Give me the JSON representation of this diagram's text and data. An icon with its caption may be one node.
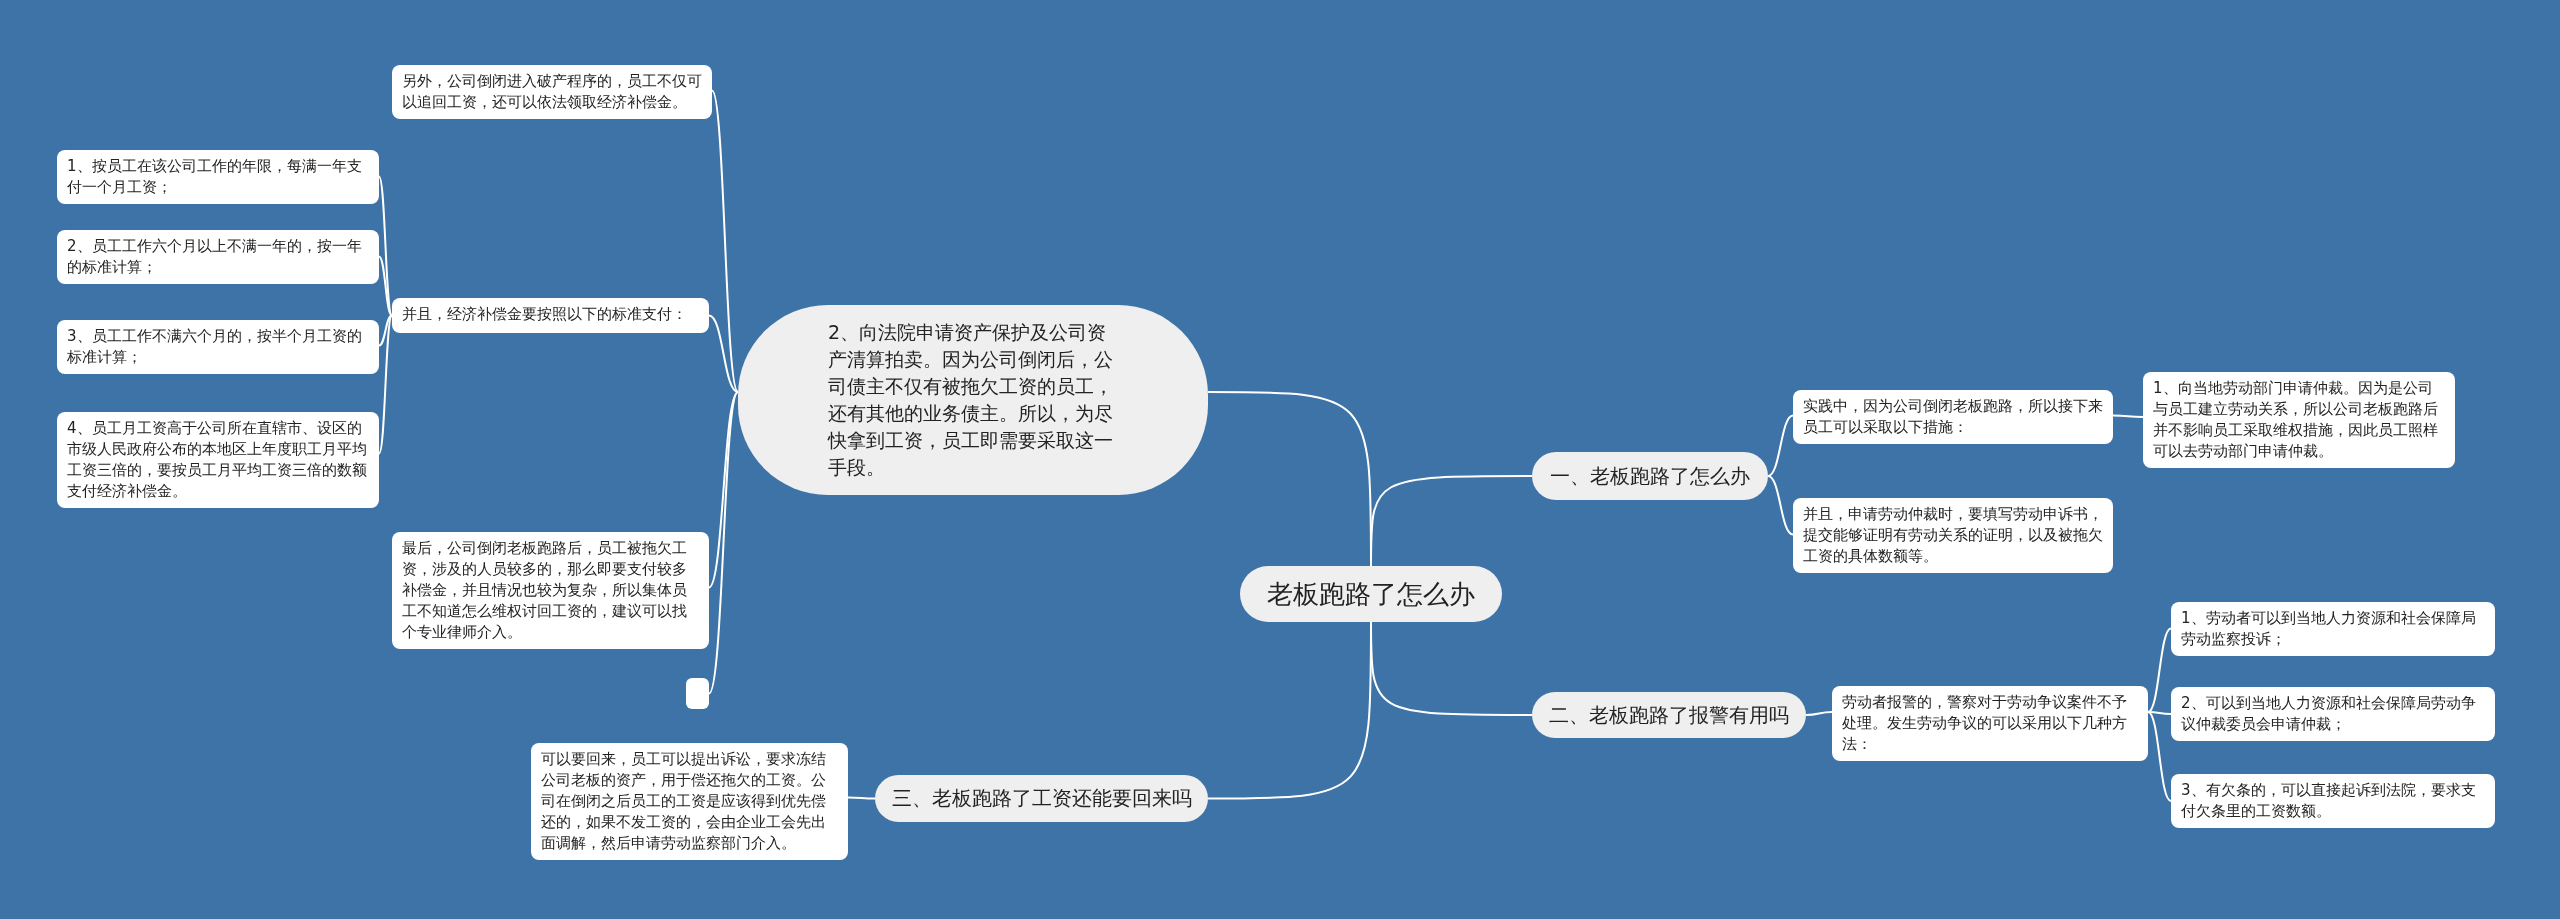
{
  "diagram": {
    "nodes": [
      {
        "text": [
          "老板跑路了怎么办"
        ]
      },
      {
        "text": [
          "2、向法院申请资产保护及公司资产清算拍卖。因为公司倒闭后，公司债主不仅有被拖欠工资的员工，还有其他的业务债主。所以，为尽快拿到工资，员工即需要采取这一手段。"
        ]
      },
      {
        "text": [
          "另外，公司倒闭进入破产程序的，员工不仅可以追回工资，还可以依法领取经济补偿金。"
        ]
      },
      {
        "text": [
          "并且，经济补偿金要按照以下的标准支付："
        ]
      },
      {
        "text": [
          "1、按员工在该公司工作的年限，每满一年支付一个月工资；"
        ]
      },
      {
        "text": [
          "2、员工工作六个月以上不满一年的，按一年的标准计算；"
        ]
      },
      {
        "text": [
          "3、员工工作不满六个月的，按半个月工资的标准计算；"
        ]
      },
      {
        "text": [
          "4、员工月工资高于公司所在直辖市、设区的市级人民政府公布的本地区上年度职工月平均工资三倍的，要按员工月平均工资三倍的数额支付经济补偿金。"
        ]
      },
      {
        "text": [
          "最后，公司倒闭老板跑路后，员工被拖欠工资，涉及的人员较多的，那么即要支付较多补偿金，并且情况也较为复杂，所以集体员工不知道怎么维权讨回工资的，建议可以找个专业律师介入。"
        ]
      },
      {
        "text": [],
        "shape": "box"
      },
      {
        "text": [
          "一、老板跑路了怎么办"
        ]
      },
      {
        "text": [
          "实践中，因为公司倒闭老板跑路，所以接下来员工可以采取以下措施："
        ]
      },
      {
        "text": [
          "1、向当地劳动部门申请仲裁。因为是公司与员工建立劳动关系，所以公司老板跑路后并不影响员工采取维权措施，因此员工照样可以去劳动部门申请仲裁。"
        ]
      },
      {
        "text": [
          "并且，申请劳动仲裁时，要填写劳动申诉书，提交能够证明有劳动关系的证明，以及被拖欠工资的具体数额等。"
        ]
      },
      {
        "text": [
          "二、老板跑路了报警有用吗"
        ]
      },
      {
        "text": [
          "劳动者报警的，警察对于劳动争议案件不予处理。发生劳动争议的可以采用以下几种方法："
        ]
      },
      {
        "text": [
          "1、劳动者可以到当地人力资源和社会保障局劳动监察投诉；"
        ]
      },
      {
        "text": [
          "2、可以到当地人力资源和社会保障局劳动争议仲裁委员会申请仲裁；"
        ]
      },
      {
        "text": [
          "3、有欠条的，可以直接起诉到法院，要求支付欠条里的工资数额。"
        ]
      },
      {
        "text": [
          "三、老板跑路了工资还能要回来吗"
        ]
      },
      {
        "text": [
          "可以要回来，员工可以提出诉讼，要求冻结公司老板的资产，用于偿还拖欠的工资。公司在倒闭之后员工的工资是应该得到优先偿还的，如果不发工资的，会由企业工会先出面调解，然后申请劳动监察部门介入。"
        ]
      }
    ],
    "edges": [
      {
        "from": 0,
        "to": 1,
        "arrow": "none"
      },
      {
        "from": 1,
        "to": 2,
        "arrow": "none"
      },
      {
        "from": 1,
        "to": 3,
        "arrow": "none"
      },
      {
        "from": 3,
        "to": 4,
        "arrow": "none"
      },
      {
        "from": 3,
        "to": 5,
        "arrow": "none"
      },
      {
        "from": 3,
        "to": 6,
        "arrow": "none"
      },
      {
        "from": 3,
        "to": 7,
        "arrow": "none"
      },
      {
        "from": 1,
        "to": 8,
        "arrow": "none"
      },
      {
        "from": 1,
        "to": 9,
        "arrow": "none"
      },
      {
        "from": 0,
        "to": 10,
        "arrow": "none"
      },
      {
        "from": 10,
        "to": 11,
        "arrow": "none"
      },
      {
        "from": 11,
        "to": 12,
        "arrow": "none"
      },
      {
        "from": 10,
        "to": 13,
        "arrow": "none"
      },
      {
        "from": 0,
        "to": 14,
        "arrow": "none"
      },
      {
        "from": 14,
        "to": 15,
        "arrow": "none"
      },
      {
        "from": 15,
        "to": 16,
        "arrow": "none"
      },
      {
        "from": 15,
        "to": 17,
        "arrow": "none"
      },
      {
        "from": 15,
        "to": 18,
        "arrow": "none"
      },
      {
        "from": 0,
        "to": 19,
        "arrow": "none"
      },
      {
        "from": 19,
        "to": 20,
        "arrow": "none"
      }
    ]
  }
}
